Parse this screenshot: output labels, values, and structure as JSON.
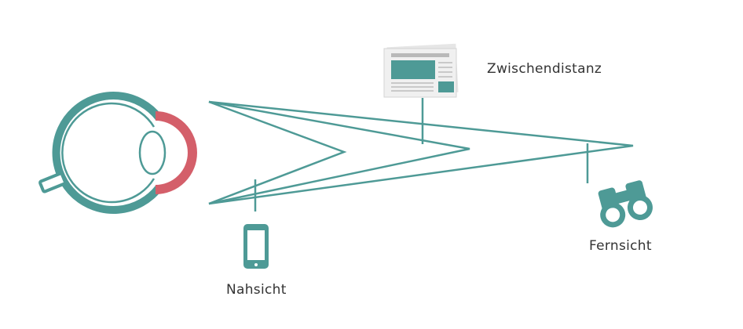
{
  "labels": {
    "intermediate": "Zwischendistanz",
    "near": "Nahsicht",
    "far": "Fernsicht"
  },
  "colors": {
    "teal": "#4e9a96",
    "red": "#d45f6a",
    "screen": "#ffffff",
    "paper": "#ececec"
  },
  "icons": {
    "eye": "eye-icon",
    "newspaper": "newspaper-icon",
    "phone": "smartphone-icon",
    "binoculars": "binoculars-icon"
  }
}
